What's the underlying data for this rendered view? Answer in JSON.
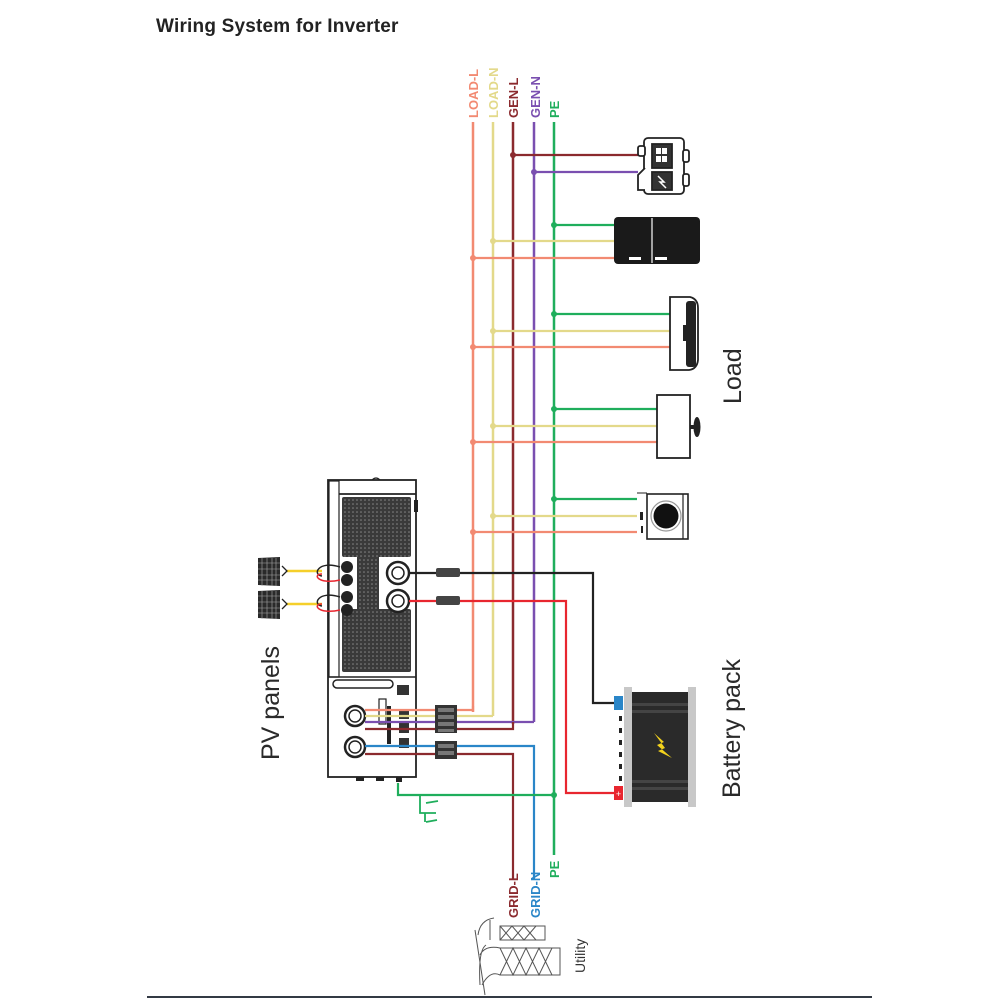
{
  "title": "Wiring System for Inverter",
  "wires": {
    "load_l": {
      "label": "LOAD-L",
      "color": "#f28a72"
    },
    "load_n": {
      "label": "LOAD-N",
      "color": "#e3d98a"
    },
    "gen_l": {
      "label": "GEN-L",
      "color": "#8b2a2e"
    },
    "gen_n": {
      "label": "GEN-N",
      "color": "#7a4fb0"
    },
    "pe_top": {
      "label": "PE",
      "color": "#1fae5c"
    },
    "grid_l": {
      "label": "GRID-L",
      "color": "#8b2a2e"
    },
    "grid_n": {
      "label": "GRID-N",
      "color": "#2a86c8"
    },
    "pe_bottom": {
      "label": "PE",
      "color": "#1fae5c"
    },
    "pv": {
      "color": "#f5cf2a"
    },
    "battery_pos": {
      "color": "#e8262f"
    },
    "battery_neg": {
      "color": "#222222"
    }
  },
  "labels": {
    "load": "Load",
    "battery": "Battery pack",
    "pv": "PV panels",
    "utility": "Utility"
  },
  "battery": {
    "pos_symbol": "+",
    "neg_symbol": "-"
  },
  "components": [
    "generator",
    "refrigerator",
    "air-conditioner",
    "ceiling-fan",
    "washing-machine",
    "inverter",
    "pv-panel-1",
    "pv-panel-2",
    "battery-pack",
    "utility-tower",
    "ground"
  ]
}
